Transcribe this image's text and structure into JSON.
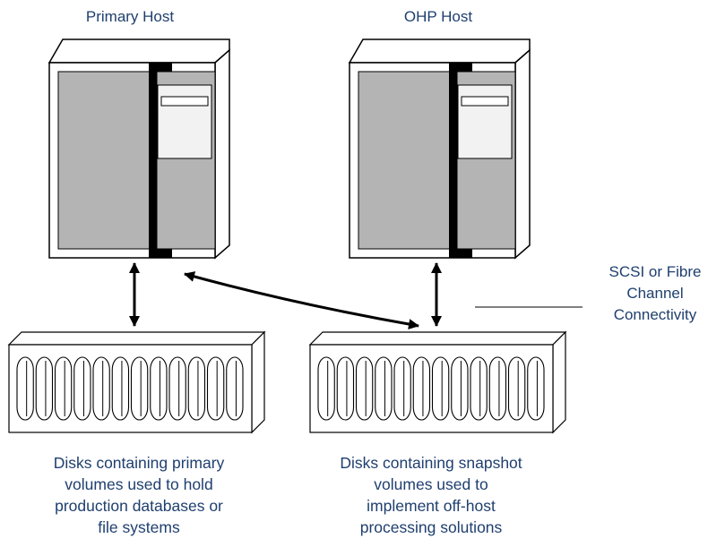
{
  "hosts": {
    "primary_label": "Primary Host",
    "ohp_label": "OHP Host"
  },
  "connectivity": {
    "lines": [
      "SCSI or Fibre",
      "Channel",
      "Connectivity"
    ]
  },
  "captions": {
    "primary_disks": [
      "Disks containing primary",
      "volumes used to hold",
      "production databases or",
      "file systems"
    ],
    "snapshot_disks": [
      "Disks containing snapshot",
      "volumes used to",
      "implement off-host",
      "processing solutions"
    ]
  },
  "colors": {
    "text": "#1f3f6f",
    "host_fill": "#b4b4b4",
    "panel_fill": "#f2f2f2",
    "outline": "#000000"
  },
  "icons": {
    "host": "server-tower-icon",
    "disk_array": "disk-array-icon",
    "arrow": "double-headed-arrow-icon"
  }
}
